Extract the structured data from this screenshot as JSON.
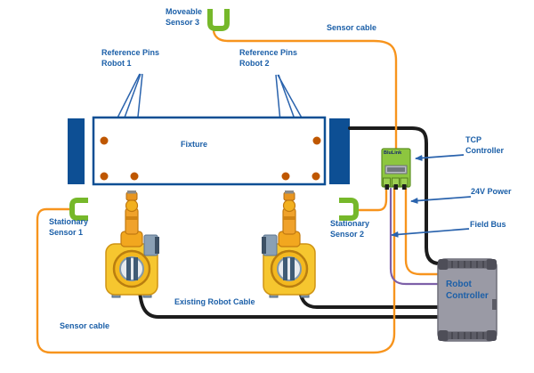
{
  "diagram": {
    "labels": {
      "moveable_sensor": "Moveable\nSensor 3",
      "sensor_cable_top": "Sensor cable",
      "reference_pins_robot1": "Reference Pins\nRobot 1",
      "reference_pins_robot2": "Reference Pins\nRobot 2",
      "fixture": "Fixture",
      "tcp_controller": "TCP\nController",
      "power_24v": "24V Power",
      "field_bus": "Field Bus",
      "stationary_sensor_1": "Stationary\nSensor 1",
      "stationary_sensor_2": "Stationary\nSensor 2",
      "existing_robot_cable": "Existing Robot Cable",
      "sensor_cable_bottom": "Sensor cable",
      "robot_controller": "Robot\nController",
      "device_label": "BluLink"
    },
    "colors": {
      "label_blue": "#1b5fa8",
      "arrow_blue": "#2a63ad",
      "fixture_blue": "#0d4f94",
      "pin_orange": "#bf5700",
      "cable_orange": "#f7941d",
      "cable_black": "#1c1c1c",
      "fieldbus_purple": "#7d60a8",
      "sensor_green": "#76b82a",
      "device_green": "#8dc63f",
      "controller_gray": "#9a9aa5",
      "robot_yellow": "#f6c62f",
      "robot_orange": "#f0a22b"
    }
  }
}
